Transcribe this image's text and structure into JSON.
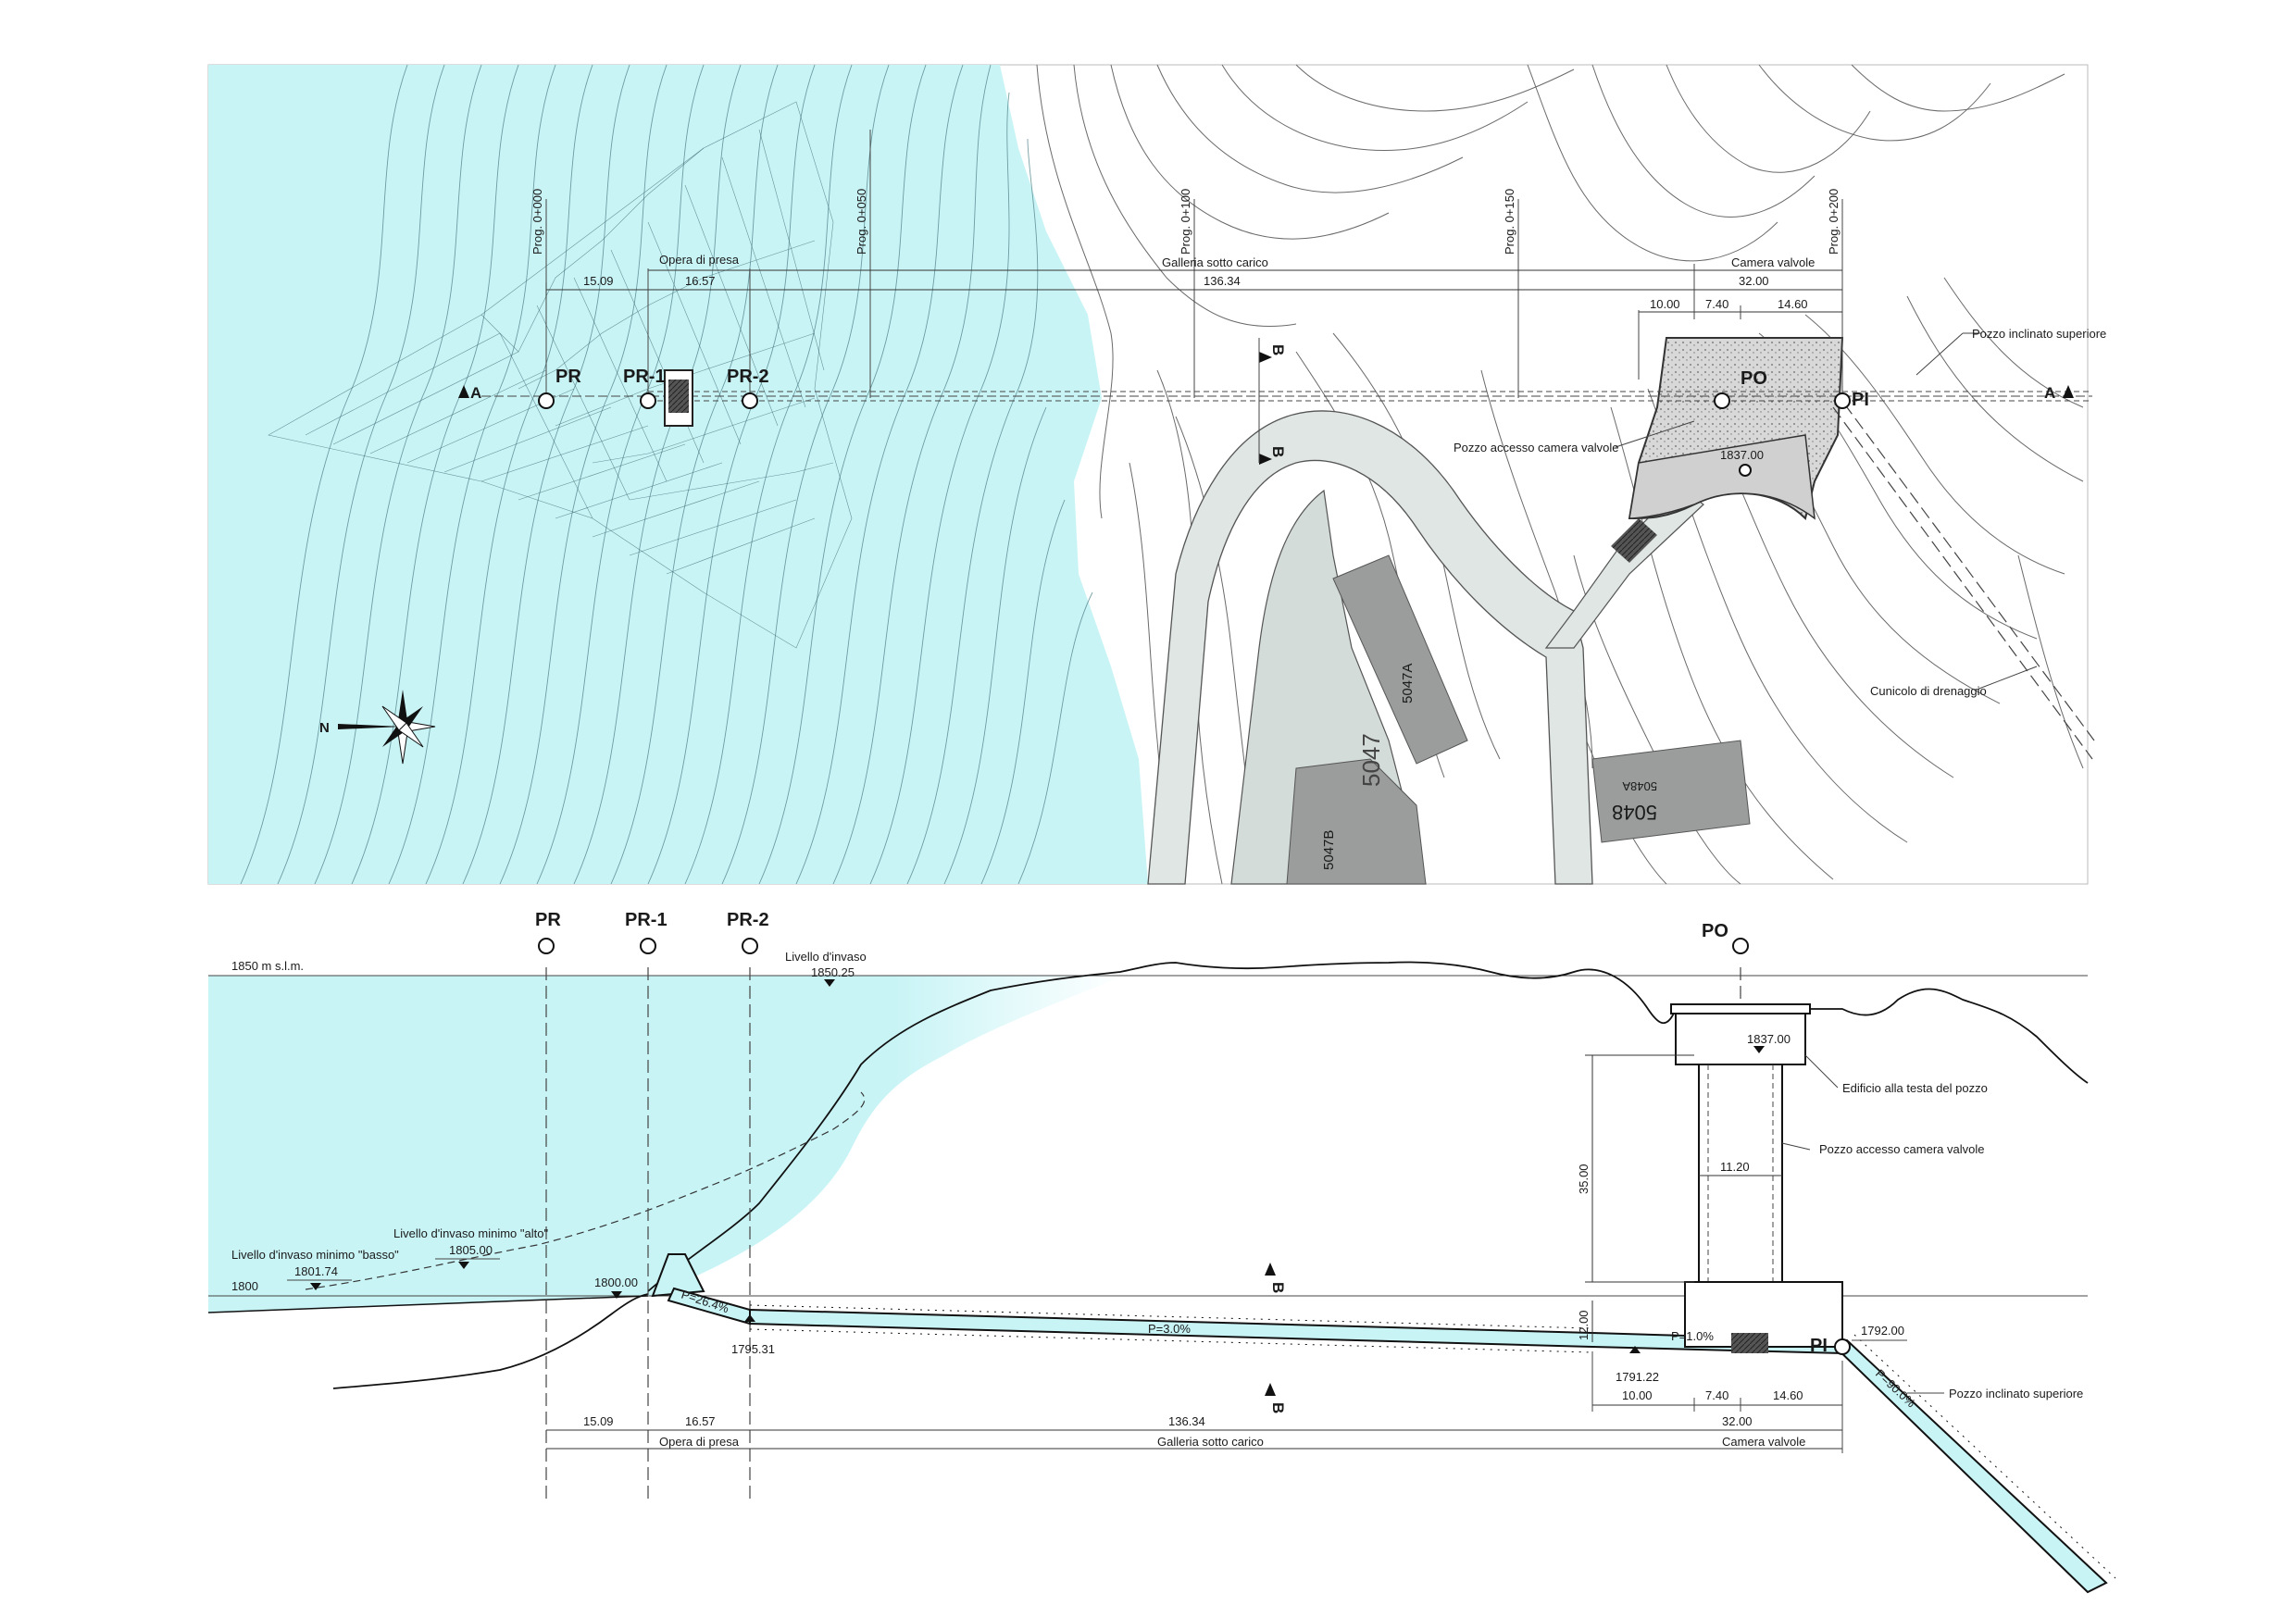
{
  "colors": {
    "water": "#c9f4f6",
    "road": "#dfe6e3",
    "building": "#9a9d9c",
    "structure": "#c7c7c7",
    "line": "#222222"
  },
  "plan": {
    "prog_0": "Prog. 0+000",
    "prog_50": "Prog. 0+050",
    "prog_100": "Prog. 0+100",
    "prog_150": "Prog. 0+150",
    "prog_200": "Prog. 0+200",
    "label_opera_di_presa": "Opera di presa",
    "label_galleria": "Galleria sotto carico",
    "label_camera_valvole": "Camera valvole",
    "dim_15_09": "15.09",
    "dim_16_57": "16.57",
    "dim_136_34": "136.34",
    "dim_32_00": "32.00",
    "dim_10_00": "10.00",
    "dim_7_40": "7.40",
    "dim_14_60": "14.60",
    "pt_pr": "PR",
    "pt_pr1": "PR-1",
    "pt_pr2": "PR-2",
    "pt_po": "PO",
    "pt_pi": "PI",
    "elev_1837": "1837.00",
    "label_pozzo_inclinato": "Pozzo inclinato superiore",
    "label_pozzo_accesso": "Pozzo accesso camera valvole",
    "label_cunicolo": "Cunicolo di drenaggio",
    "section_a": "A",
    "section_b": "B",
    "north": "N",
    "bld_5047": "5047",
    "bld_5047a": "5047A",
    "bld_5047b": "5047B",
    "bld_5048": "5048",
    "bld_5048a": "5048A"
  },
  "section": {
    "pt_pr": "PR",
    "pt_pr1": "PR-1",
    "pt_pr2": "PR-2",
    "pt_po": "PO",
    "pt_pi": "PI",
    "ref_1850": "1850 m s.l.m.",
    "ref_1800": "1800",
    "livello_invaso": "Livello d'invaso",
    "livello_invaso_val": "1850.25",
    "minimo_alto": "Livello d'invaso minimo \"alto\"",
    "minimo_alto_val": "1805.00",
    "minimo_basso": "Livello d'invaso minimo \"basso\"",
    "minimo_basso_val": "1801.74",
    "elev_1800": "1800.00",
    "elev_1795": "1795.31",
    "elev_1791": "1791.22",
    "elev_1792": "1792.00",
    "elev_1837": "1837.00",
    "slope_26": "P=26.4%",
    "slope_3": "P=3.0%",
    "slope_1": "P=1.0%",
    "slope_90": "P=90.0%",
    "dim_35": "35.00",
    "dim_12": "12.00",
    "dim_11_20": "11.20",
    "dim_15_09": "15.09",
    "dim_16_57": "16.57",
    "dim_136_34": "136.34",
    "dim_10_00": "10.00",
    "dim_7_40": "7.40",
    "dim_14_60": "14.60",
    "dim_32_00": "32.00",
    "label_opera_di_presa": "Opera di presa",
    "label_galleria": "Galleria sotto carico",
    "label_camera_valvole": "Camera valvole",
    "label_edificio": "Edificio alla testa del pozzo",
    "label_pozzo_accesso": "Pozzo accesso camera valvole",
    "label_pozzo_inclinato": "Pozzo inclinato superiore",
    "section_b": "B"
  }
}
